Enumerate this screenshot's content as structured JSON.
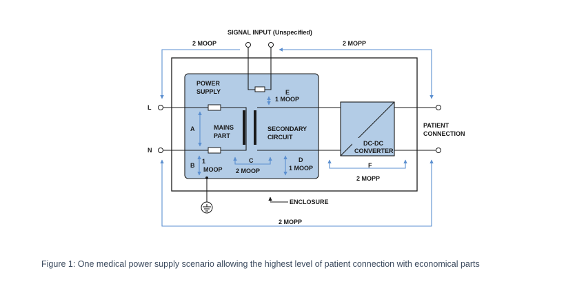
{
  "diagram": {
    "signal_input": "SIGNAL INPUT (Unspecified)",
    "moop_top_left": "2 MOOP",
    "mopp_top_right": "2 MOPP",
    "power_supply": [
      "POWER",
      "SUPPLY"
    ],
    "e_label": "E",
    "e_moop": "1 MOOP",
    "l_label": "L",
    "n_label": "N",
    "a_label": "A",
    "b_label": "B",
    "mains_part": [
      "MAINS",
      "PART"
    ],
    "secondary_circuit": [
      "SECONDARY",
      "CIRCUIT"
    ],
    "b_moop": [
      "1",
      "MOOP"
    ],
    "c_label": "C",
    "c_moop": "2 MOOP",
    "d_label": "D",
    "d_moop": "1 MOOP",
    "dcdc": [
      "DC-DC",
      "CONVERTER"
    ],
    "f_label": "F",
    "f_mopp": "2 MOPP",
    "patient_connection": [
      "PATIENT",
      "CONNECTION"
    ],
    "enclosure": "ENCLOSURE",
    "mopp_bottom": "2 MOPP"
  },
  "colors": {
    "panel_fill": "#b3cce6",
    "accent_blue": "#5b8fd0",
    "line": "#1a1a1a"
  },
  "caption": "Figure 1: One medical power supply scenario allowing the highest level of patient connection with economical parts"
}
